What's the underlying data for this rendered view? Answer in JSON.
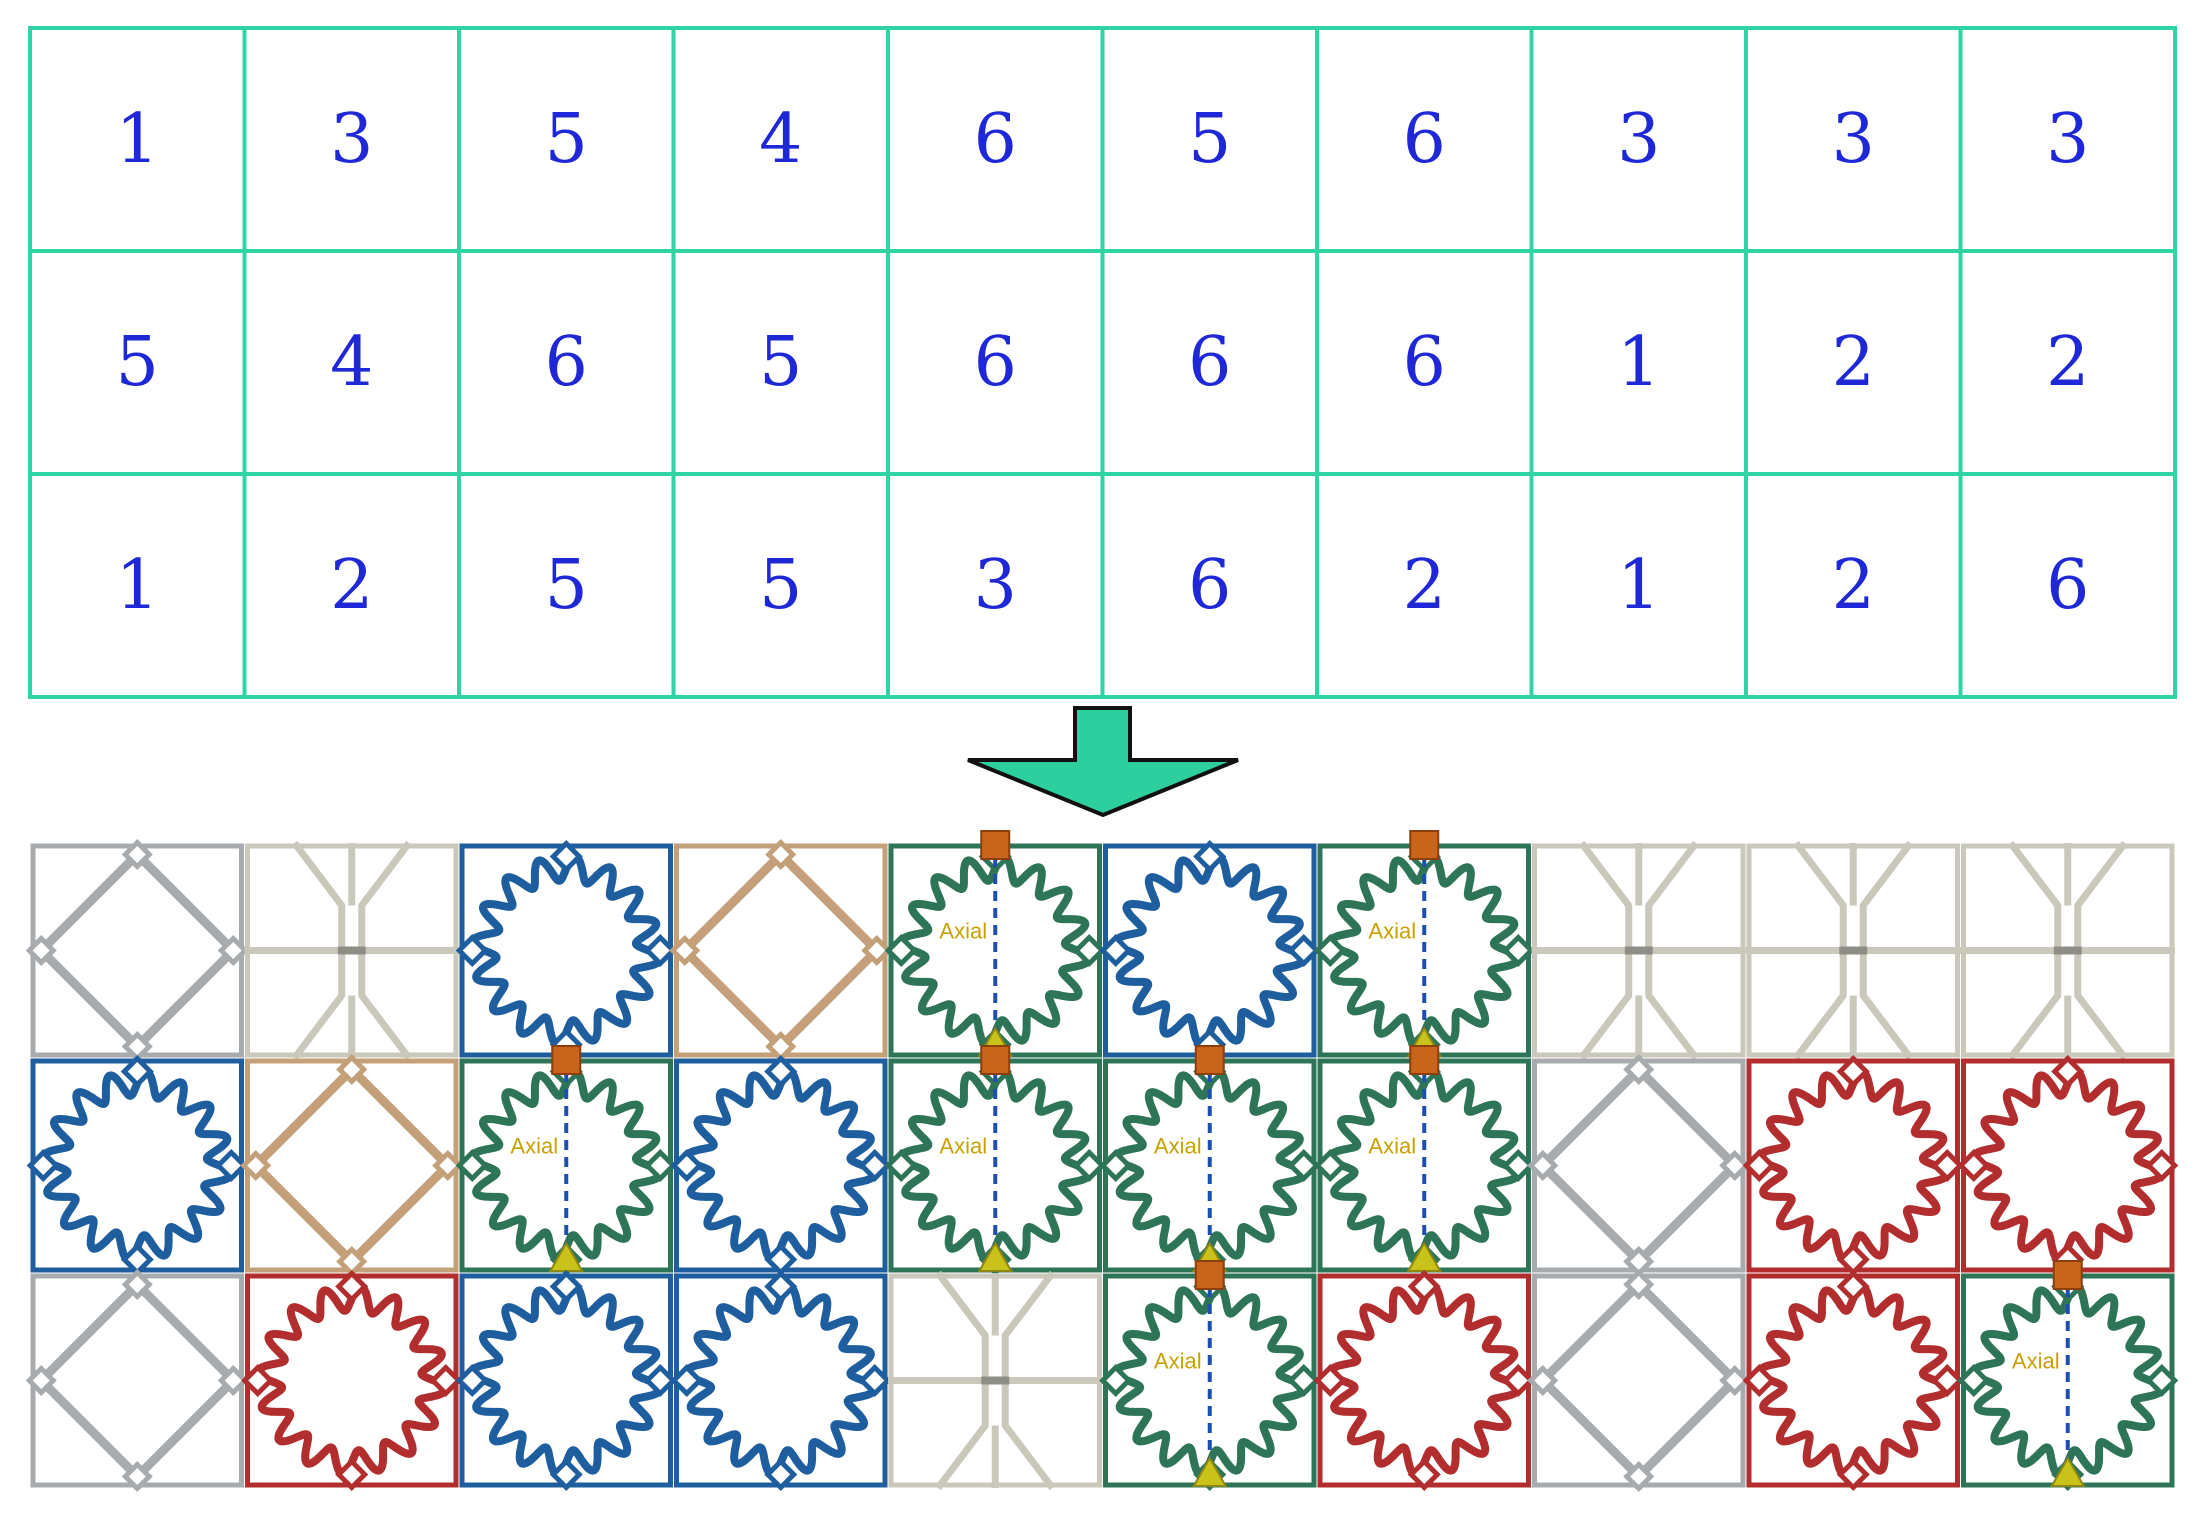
{
  "grid": {
    "rows": [
      [
        "1",
        "3",
        "5",
        "4",
        "6",
        "5",
        "6",
        "3",
        "3",
        "3"
      ],
      [
        "5",
        "4",
        "6",
        "5",
        "6",
        "6",
        "6",
        "1",
        "2",
        "2"
      ],
      [
        "1",
        "2",
        "5",
        "5",
        "3",
        "6",
        "2",
        "1",
        "2",
        "6"
      ]
    ],
    "line_color": "#2fd3a4",
    "number_color": "#1f28d6"
  },
  "arrow": {
    "fill": "#2ecf9f",
    "icon": "down-arrow-icon"
  },
  "cell_label": "Axial",
  "type_colors": {
    "1": "#a7abae",
    "2": "#b12d2e",
    "3": "#c9c8ba",
    "4": "#c4a07a",
    "5": "#1f5e9e",
    "6": "#2e7457"
  },
  "markers": {
    "top_icon": "square-marker-icon",
    "bottom_icon": "triangle-marker-icon",
    "square_color": "#c8641c",
    "triangle_color": "#c9c21a"
  }
}
